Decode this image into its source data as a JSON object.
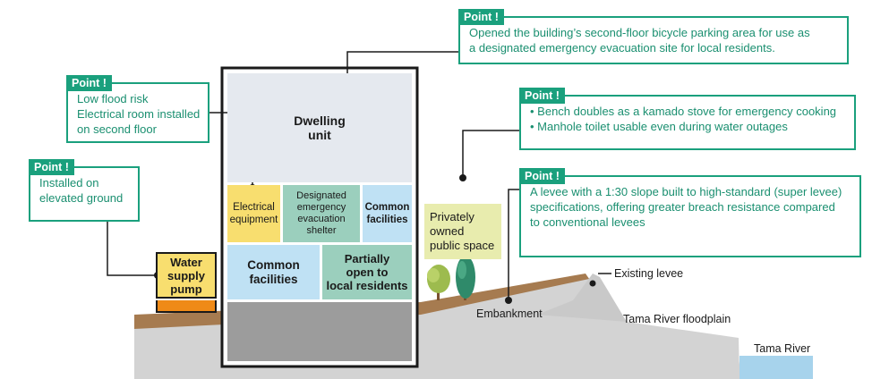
{
  "point_boxes": {
    "bicycle_parking": {
      "tag": "Point !",
      "lines": [
        "Opened the building’s second-floor bicycle parking area for use as",
        "a designated emergency evacuation site for local residents."
      ]
    },
    "flood_risk": {
      "tag": "Point !",
      "lines": [
        "Low flood risk",
        "Electrical room installed",
        "on second floor"
      ]
    },
    "bench_toilet": {
      "tag": "Point !",
      "lines": [
        "• Bench doubles as a kamado stove for emergency cooking",
        "• Manhole toilet usable even during water outages"
      ]
    },
    "elevated_ground": {
      "tag": "Point !",
      "lines": [
        "Installed on",
        "elevated ground"
      ]
    },
    "super_levee": {
      "tag": "Point !",
      "lines": [
        "A levee with a 1:30 slope built to high-standard (super levee)",
        "specifications, offering greater breach resistance compared",
        "to conventional levees"
      ]
    }
  },
  "building": {
    "dwelling": [
      "Dwelling",
      "unit"
    ],
    "electrical": [
      "Electrical",
      "equipment"
    ],
    "shelter": [
      "Designated",
      "emergency",
      "evacuation",
      "shelter"
    ],
    "common_upper": [
      "Common",
      "facilities"
    ],
    "common_lower": [
      "Common",
      "facilities"
    ],
    "partially_open": [
      "Partially",
      "open to",
      "local residents"
    ]
  },
  "pump": [
    "Water",
    "supply",
    "pump"
  ],
  "public_space": [
    "Privately",
    "owned",
    "public space"
  ],
  "labels": {
    "embankment": "Embankment",
    "existing_levee": "Existing levee",
    "floodplain": "Tama River floodplain",
    "river": "Tama River"
  },
  "colors": {
    "accent_green": "#1aa07d",
    "ground_brown": "#a67b50",
    "ground_gray": "#d3d3d3",
    "sky_room": "#e5e9ef",
    "yellow_room": "#f8de6f",
    "teal_room": "#9bcfbd",
    "blue_room": "#bfe1f4",
    "pump_orange": "#ef8a17",
    "river_blue": "#a7d3ec",
    "public_space_bg": "#e8ecae"
  }
}
